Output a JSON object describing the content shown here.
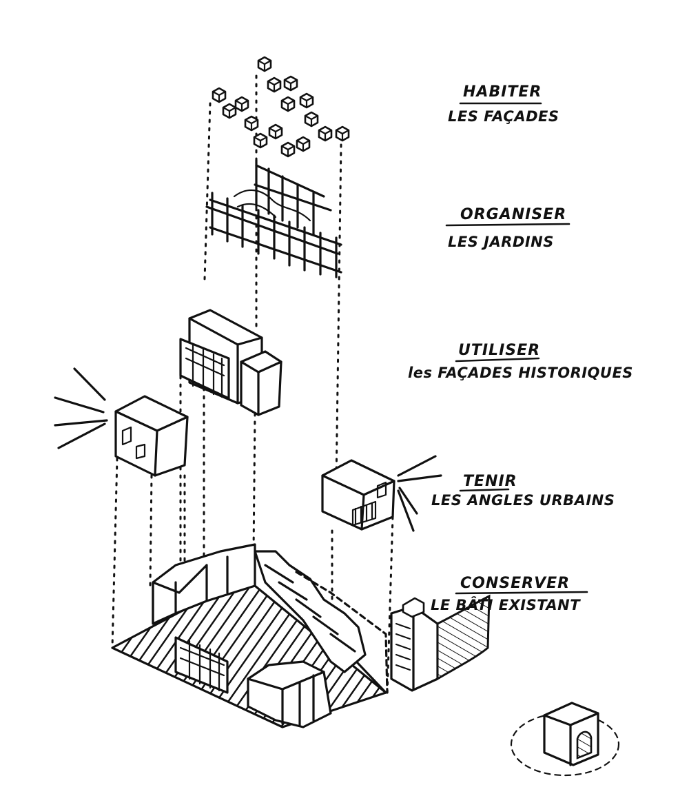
{
  "layers": [
    {
      "id": "habiter",
      "title": "HABITER",
      "subtitle": "LES FAÇADES"
    },
    {
      "id": "organiser",
      "title": "ORGANISER",
      "subtitle": "LES JARDINS"
    },
    {
      "id": "utiliser",
      "title": "UTILISER",
      "subtitle": "les FAÇADES HISTORIQUES"
    },
    {
      "id": "tenir",
      "title": "TENIR",
      "subtitle": "LES ANGLES URBAINS"
    },
    {
      "id": "conserver",
      "title": "CONSERVER",
      "subtitle": "LE BÂTI EXISTANT"
    }
  ],
  "colors": {
    "ink": "#111111",
    "paper": "#ffffff"
  }
}
